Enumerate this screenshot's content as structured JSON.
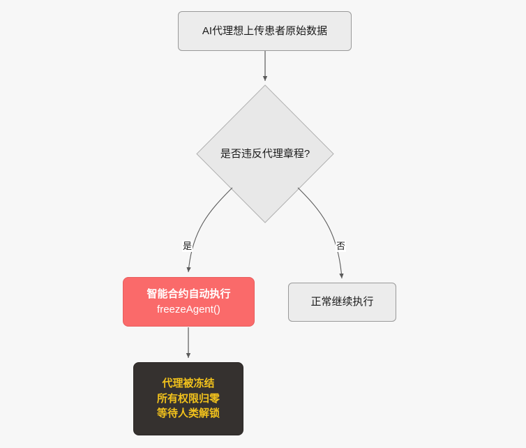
{
  "diagram": {
    "type": "flowchart",
    "background_color": "#f7f7f7",
    "nodes": {
      "start": {
        "label": "AI代理想上传患者原始数据",
        "shape": "rounded-rectangle",
        "fill": "#ececec",
        "stroke": "#999999",
        "text_color": "#1a1a1a"
      },
      "decision": {
        "label": "是否违反代理章程?",
        "shape": "diamond",
        "fill": "#e8e8e8",
        "stroke": "#b0b0b0",
        "text_color": "#1a1a1a"
      },
      "freeze": {
        "line1": "智能合约自动执行",
        "line2": "freezeAgent()",
        "shape": "rounded-rectangle",
        "fill": "#fa6a6a",
        "stroke": "#e85d5d",
        "text_color": "#ffffff"
      },
      "continue": {
        "label": "正常继续执行",
        "shape": "rounded-rectangle",
        "fill": "#ececec",
        "stroke": "#999999",
        "text_color": "#1a1a1a"
      },
      "result": {
        "line1": "代理被冻结",
        "line2": "所有权限归零",
        "line3": "等待人类解锁",
        "shape": "rounded-rectangle",
        "fill": "#35312f",
        "stroke": "#2b2725",
        "text_color": "#f2c21c"
      }
    },
    "edges": [
      {
        "from": "start",
        "to": "decision",
        "label": ""
      },
      {
        "from": "decision",
        "to": "freeze",
        "label": "是"
      },
      {
        "from": "decision",
        "to": "continue",
        "label": "否"
      },
      {
        "from": "freeze",
        "to": "result",
        "label": ""
      }
    ],
    "edge_labels": {
      "yes": "是",
      "no": "否"
    },
    "edge_color": "#666666"
  }
}
